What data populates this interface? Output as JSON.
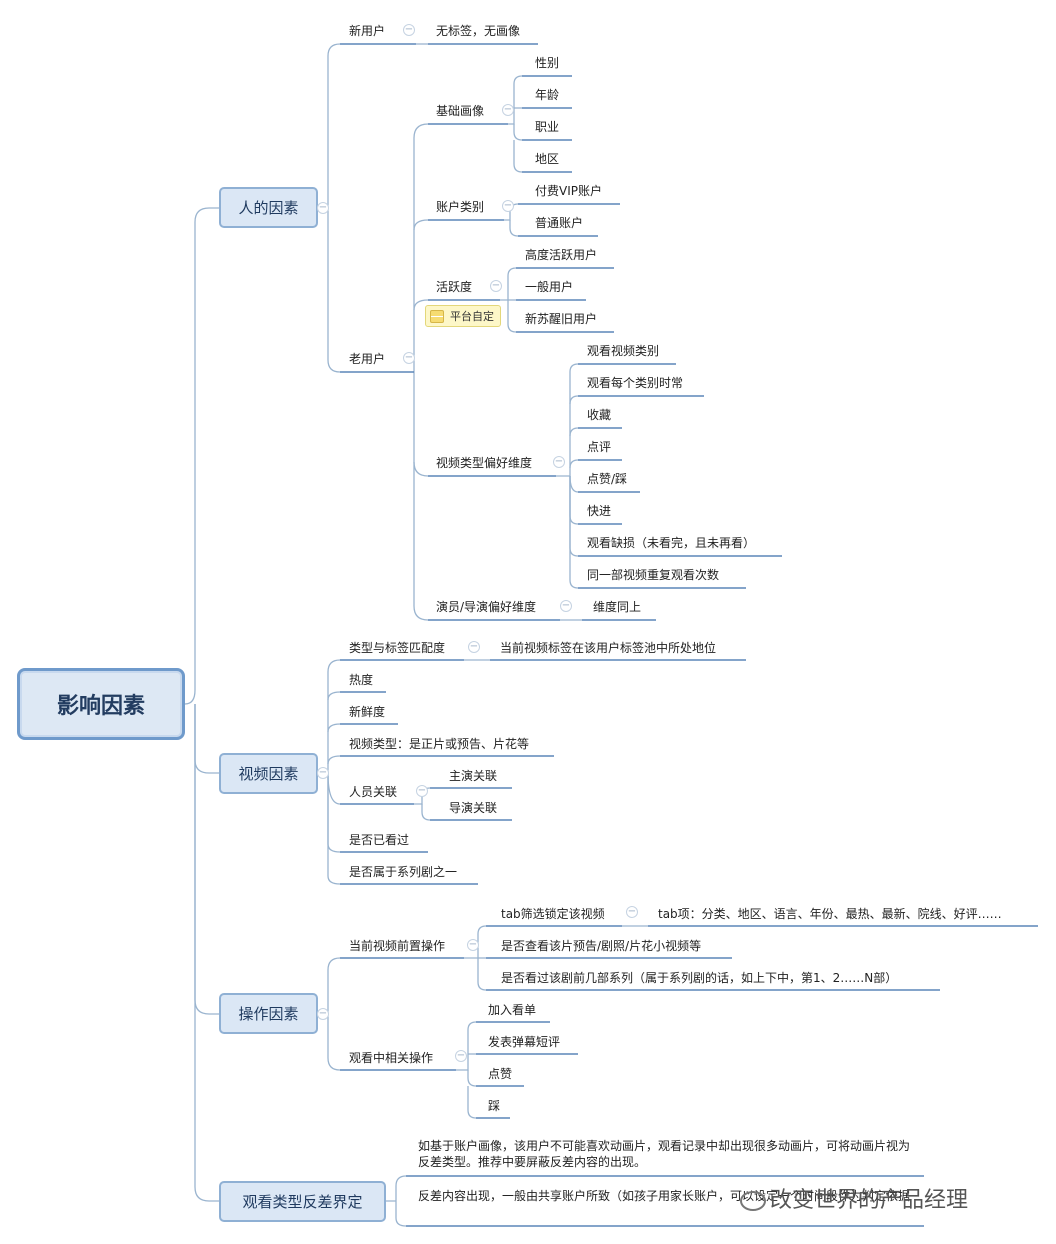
{
  "root": "影响因素",
  "cats": {
    "person": "人的因素",
    "video": "视频因素",
    "operation": "操作因素",
    "contrast": "观看类型反差界定"
  },
  "person": {
    "new_user": "新用户",
    "new_user_desc": "无标签，无画像",
    "old_user": "老用户",
    "basic_profile": "基础画像",
    "basic_items": [
      "性别",
      "年龄",
      "职业",
      "地区"
    ],
    "account_type": "账户类别",
    "account_items": [
      "付费VIP账户",
      "普通账户"
    ],
    "activity": "活跃度",
    "activity_note": "平台自定",
    "activity_items": [
      "高度活跃用户",
      "一般用户",
      "新苏醒旧用户"
    ],
    "genre_pref": "视频类型偏好维度",
    "genre_items": [
      "观看视频类别",
      "观看每个类别时常",
      "收藏",
      "点评",
      "点赞/踩",
      "快进",
      "观看缺损（未看完，且未再看）",
      "同一部视频重复观看次数"
    ],
    "actor_pref": "演员/导演偏好维度",
    "actor_desc": "维度同上"
  },
  "video": {
    "match": "类型与标签匹配度",
    "match_desc": "当前视频标签在该用户标签池中所处地位",
    "heat": "热度",
    "fresh": "新鲜度",
    "vtype": "视频类型：是正片或预告、片花等",
    "people": "人员关联",
    "people_items": [
      "主演关联",
      "导演关联"
    ],
    "watched": "是否已看过",
    "series": "是否属于系列剧之一"
  },
  "operation": {
    "pre": "当前视频前置操作",
    "tab": "tab筛选锁定该视频",
    "tab_desc": "tab项：分类、地区、语言、年份、最热、最新、院线、好评……",
    "trailer": "是否查看该片预告/剧照/片花小视频等",
    "prev_series": "是否看过该剧前几部系列（属于系列剧的话，如上下中，第1、2……N部）",
    "during": "观看中相关操作",
    "during_items": [
      "加入看单",
      "发表弹幕短评",
      "点赞",
      "踩"
    ]
  },
  "contrast": {
    "item1": "如基于账户画像，该用户不可能喜欢动画片，观看记录中却出现很多动画片，可将动画片视为反差类型。推荐中要屏蔽反差内容的出现。",
    "item2": "反差内容出现，一般由共享账户所致（如孩子用家长账户，可以设定一个时间段作为判定依据"
  },
  "watermark": "改变世界的产品经理",
  "colors": {
    "line": "#9ab4cf",
    "underline": "#5b86b8",
    "node_fill": "#dbe7f5",
    "note_fill": "#fdf7c8"
  }
}
